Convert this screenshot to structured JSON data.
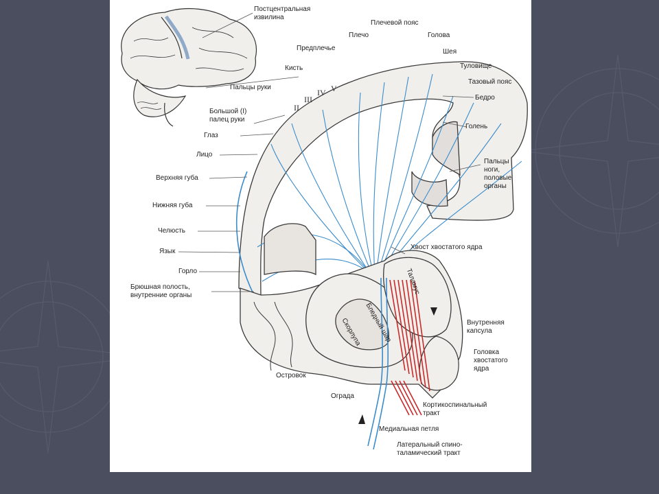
{
  "labels": {
    "postcentral": "Постцентральная\nизвилина",
    "shoulder_girdle": "Плечевой пояс",
    "shoulder": "Плечо",
    "head": "Голова",
    "forearm": "Предплечье",
    "neck": "Шея",
    "hand": "Кисть",
    "trunk": "Туловище",
    "pelvic_girdle": "Тазовый пояс",
    "fingers": "Пальцы руки",
    "thigh": "Бедро",
    "thumb": "Большой (I)\nпалец руки",
    "eye": "Глаз",
    "shin": "Голень",
    "face": "Лицо",
    "toes": "Пальцы\nноги,\nполовые\nорганы",
    "upper_lip": "Верхняя губа",
    "lower_lip": "Нижняя губа",
    "jaw": "Челюсть",
    "tongue": "Язык",
    "throat": "Горло",
    "viscera": "Брюшная полость,\nвнутренние органы",
    "caudate_tail": "Хвост хвостатого ядра",
    "thalamus": "Таламус",
    "pallidum": "Бледный шар",
    "putamen": "Скорлупа",
    "internal_capsule": "Внутренняя\nкапсула",
    "caudate_head": "Головка\nхвостатого\nядра",
    "insula": "Островок",
    "claustrum": "Ограда",
    "corticospinal": "Кортикоспинальный\nтракт",
    "medial_lemniscus": "Медиальная петля",
    "spinothalamic": "Латеральный спино-\nталамический тракт"
  },
  "roman": [
    "II",
    "III",
    "IV",
    "V"
  ],
  "colors": {
    "fiber": "#3a8ccc",
    "tract": "#c82a2a",
    "tissue": "#f1efec",
    "outline": "#3a3a3a"
  }
}
